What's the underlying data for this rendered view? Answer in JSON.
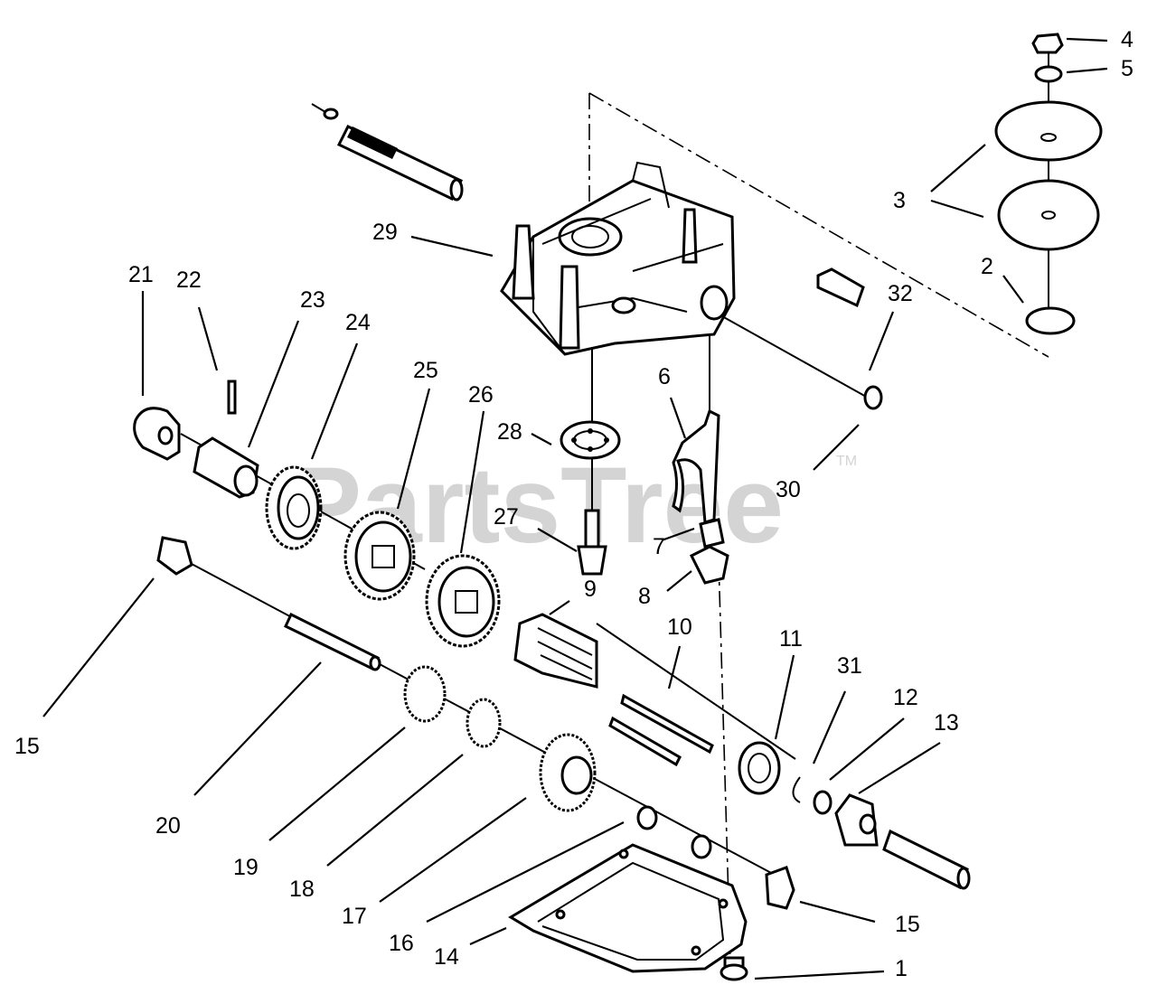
{
  "watermark": {
    "text": "PartsTree",
    "trademark": "TM"
  },
  "callouts": [
    "1",
    "2",
    "3",
    "4",
    "5",
    "6",
    "7",
    "8",
    "9",
    "10",
    "11",
    "12",
    "13",
    "14",
    "15",
    "15",
    "16",
    "17",
    "18",
    "19",
    "20",
    "21",
    "22",
    "23",
    "24",
    "25",
    "26",
    "27",
    "28",
    "29",
    "30",
    "31",
    "32",
    "3"
  ]
}
